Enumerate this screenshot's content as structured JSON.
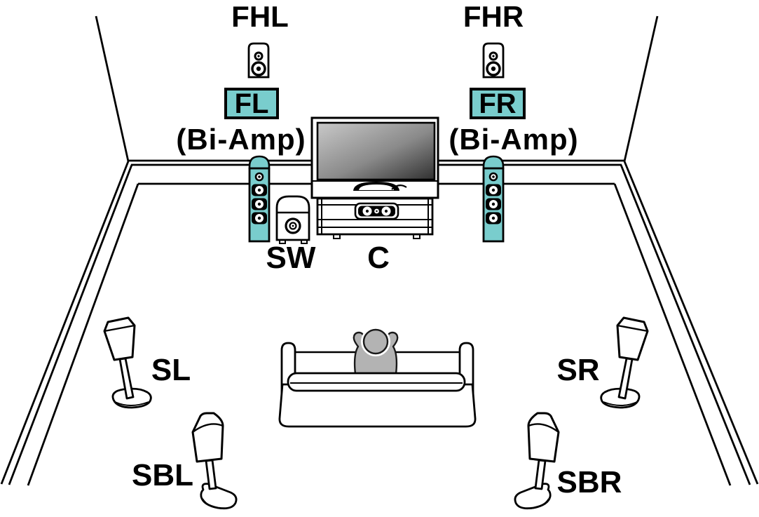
{
  "labels": {
    "front_height_left": "FHL",
    "front_height_right": "FHR",
    "front_left": "FL",
    "front_right": "FR",
    "front_left_note": "(Bi-Amp)",
    "front_right_note": "(Bi-Amp)",
    "subwoofer": "SW",
    "center": "C",
    "surround_left": "SL",
    "surround_right": "SR",
    "surround_back_left": "SBL",
    "surround_back_right": "SBR"
  },
  "colors": {
    "accent": "#79CDCD",
    "listener": "#B3B3B3",
    "line": "#000000"
  }
}
